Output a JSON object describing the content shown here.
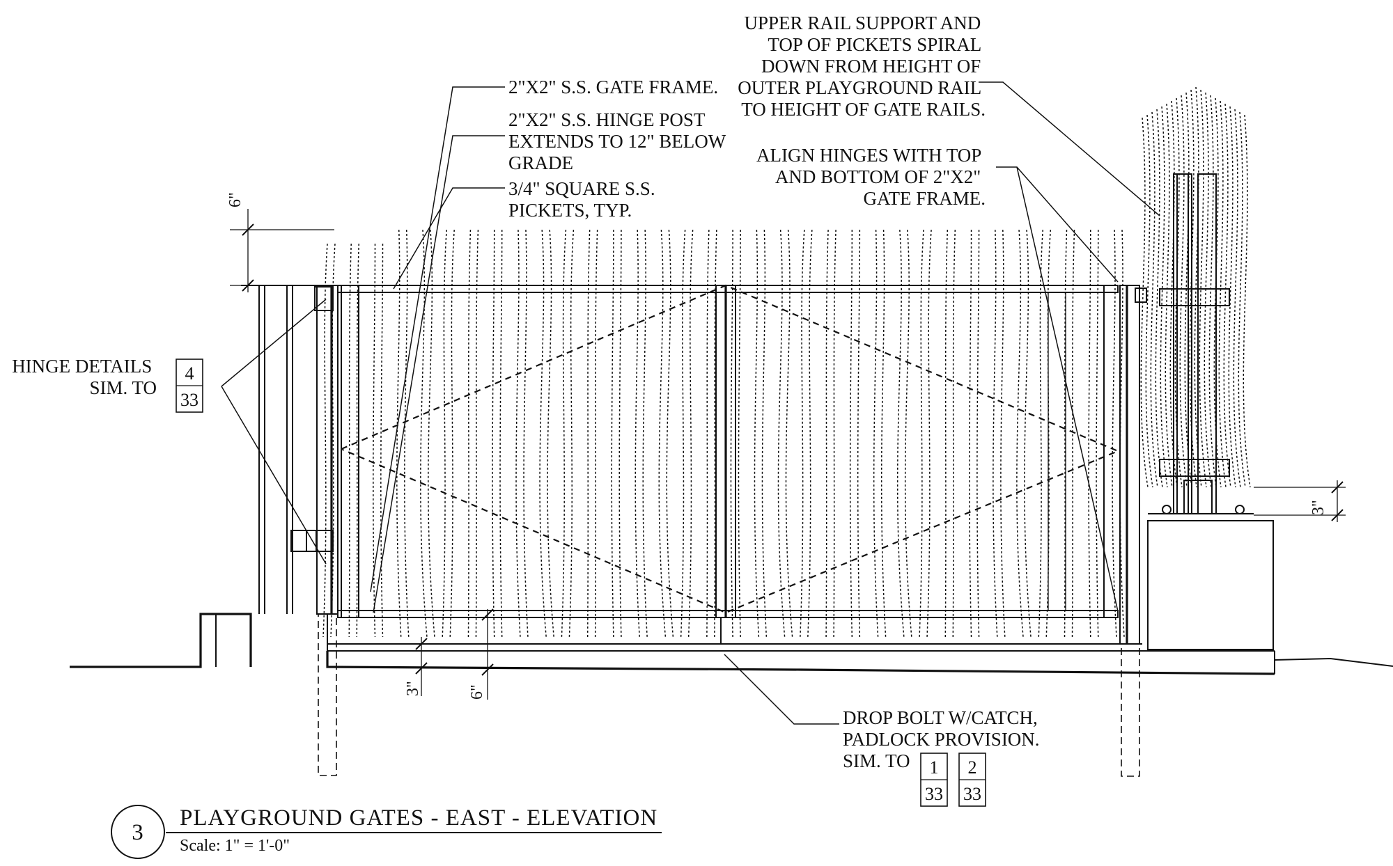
{
  "title_block": {
    "number": "3",
    "title": "PLAYGROUND GATES - EAST - ELEVATION",
    "scale": "Scale: 1\" = 1'-0\""
  },
  "notes": {
    "gate_frame": "2\"X2\" S.S. GATE FRAME.",
    "hinge_post": [
      "2\"X2\" S.S. HINGE POST",
      "EXTENDS TO 12\" BELOW",
      "GRADE"
    ],
    "pickets": [
      "3/4\" SQUARE S.S.",
      "PICKETS, TYP."
    ],
    "upper_rail": [
      "UPPER RAIL SUPPORT AND",
      "TOP OF PICKETS SPIRAL",
      "DOWN FROM HEIGHT OF",
      "OUTER PLAYGROUND RAIL",
      "TO HEIGHT OF GATE RAILS."
    ],
    "align_hinges": [
      "ALIGN HINGES WITH TOP",
      "AND BOTTOM OF 2\"X2\"",
      "GATE FRAME."
    ],
    "hinge_details": [
      "HINGE DETAILS",
      "SIM. TO"
    ],
    "drop_bolt": [
      "DROP BOLT W/CATCH,",
      "PADLOCK PROVISION.",
      "SIM. TO"
    ]
  },
  "detail_refs": {
    "hinge": {
      "detail": "4",
      "sheet": "33"
    },
    "drop_bolt_1": {
      "detail": "1",
      "sheet": "33"
    },
    "drop_bolt_2": {
      "detail": "2",
      "sheet": "33"
    }
  },
  "dimensions": {
    "top_offset": "6\"",
    "right_offset": "3\"",
    "bottom_gap_a": "3\"",
    "bottom_gap_b": "6\""
  }
}
